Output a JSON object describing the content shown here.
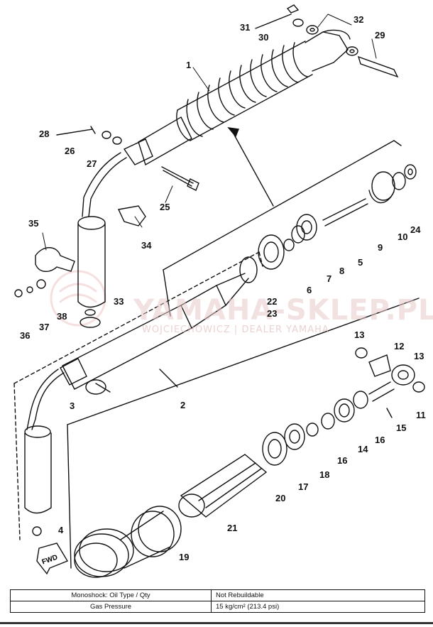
{
  "diagram": {
    "callouts": [
      "1",
      "2",
      "3",
      "4",
      "5",
      "6",
      "7",
      "8",
      "9",
      "10",
      "11",
      "12",
      "13",
      "13",
      "14",
      "15",
      "16",
      "16",
      "17",
      "18",
      "19",
      "20",
      "21",
      "22",
      "23",
      "24",
      "25",
      "26",
      "27",
      "28",
      "29",
      "30",
      "31",
      "32",
      "33",
      "34",
      "35",
      "36",
      "37",
      "38"
    ],
    "fwd_label": "FWD",
    "watermark": {
      "brand": "YAMAHA-SKLEP.PL",
      "dealer": "WOJCIECHOWICZ | DEALER YAMAHA"
    }
  },
  "spec_table": {
    "rows": [
      {
        "label": "Monoshock: Oil Type / Qty",
        "value": "Not Rebuildable"
      },
      {
        "label": "Gas Pressure",
        "value": "15 kg/cm² (213.4 psi)"
      }
    ]
  },
  "colors": {
    "line": "#111111",
    "watermark": "#e9c9c9"
  }
}
